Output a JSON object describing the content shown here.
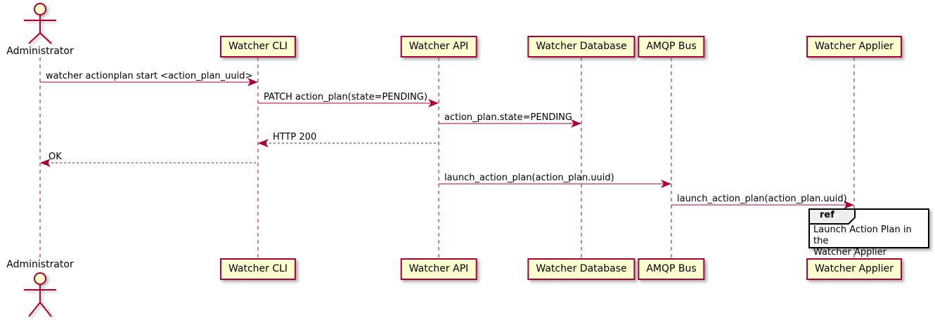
{
  "diagram": {
    "type": "uml-sequence-diagram",
    "actor": {
      "name": "Administrator"
    },
    "participants": [
      {
        "name": "Watcher CLI"
      },
      {
        "name": "Watcher API"
      },
      {
        "name": "Watcher Database"
      },
      {
        "name": "AMQP Bus"
      },
      {
        "name": "Watcher Applier"
      }
    ],
    "messages": [
      {
        "from": "Administrator",
        "to": "Watcher CLI",
        "text": "watcher actionplan start <action_plan_uuid>",
        "style": "solid"
      },
      {
        "from": "Watcher CLI",
        "to": "Watcher API",
        "text": "PATCH action_plan(state=PENDING)",
        "style": "solid"
      },
      {
        "from": "Watcher API",
        "to": "Watcher Database",
        "text": "action_plan.state=PENDING",
        "style": "solid"
      },
      {
        "from": "Watcher API",
        "to": "Watcher CLI",
        "text": "HTTP 200",
        "style": "dashed-return"
      },
      {
        "from": "Watcher CLI",
        "to": "Administrator",
        "text": "OK",
        "style": "dashed-return"
      },
      {
        "from": "Watcher API",
        "to": "AMQP Bus",
        "text": "launch_action_plan(action_plan.uuid)",
        "style": "solid"
      },
      {
        "from": "AMQP Bus",
        "to": "Watcher Applier",
        "text": "launch_action_plan(action_plan.uuid)",
        "style": "solid"
      }
    ],
    "ref": {
      "keyword": "ref",
      "over": "Watcher Applier",
      "lines": [
        "Launch Action Plan in the",
        "Watcher Applier"
      ]
    },
    "colors": {
      "participant_fill": "#fefece",
      "participant_border": "#a80036",
      "lifeline": "#a80036",
      "arrow": "#a80036",
      "text": "#000000",
      "ref_tab_fill": "#eeeeee",
      "ref_border": "#000000",
      "background": "#ffffff"
    }
  }
}
